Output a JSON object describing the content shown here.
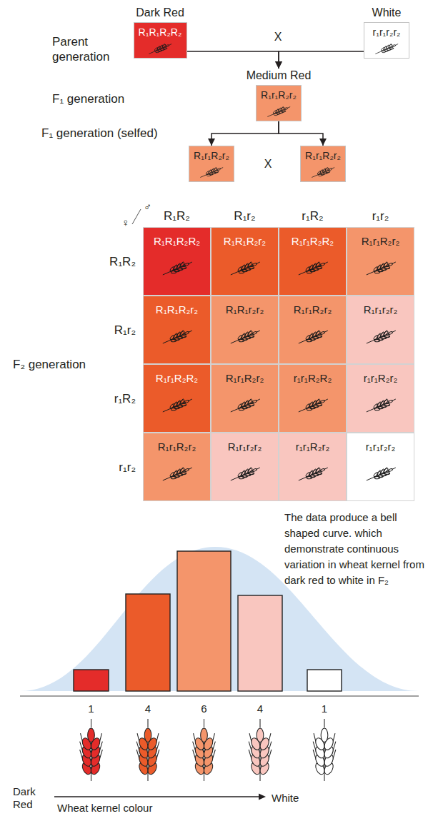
{
  "diagram": {
    "caption": "The data produce a bell shaped curve. which demonstrate continuous variation in wheat kernel from dark red to white in F₂",
    "nodes": [
      {
        "text": [
          "Dark Red",
          "R₁R₁R₂R₂"
        ]
      },
      {
        "text": [
          "White",
          "r₁r₁r₂r₂"
        ]
      },
      {
        "text": [
          "Medium Red",
          "R₁r₁R₂r₂"
        ]
      },
      {
        "text": [
          "R₁r₁R₂r₂"
        ]
      },
      {
        "text": [
          "R₁r₁R₂r₂"
        ]
      },
      {
        "text": [
          "R₁R₁R₂R₂"
        ]
      },
      {
        "text": [
          "R₁R₁R₂r₂"
        ]
      },
      {
        "text": [
          "R₁r₁R₂R₂"
        ]
      },
      {
        "text": [
          "R₁r₁R₂r₂"
        ]
      },
      {
        "text": [
          "R₁R₁R₂r₂"
        ]
      },
      {
        "text": [
          "R₁R₁r₂r₂"
        ]
      },
      {
        "text": [
          "R₁r₁R₂r₂"
        ]
      },
      {
        "text": [
          "R₁r₁r₂r₂"
        ]
      },
      {
        "text": [
          "R₁r₁R₂R₂"
        ]
      },
      {
        "text": [
          "R₁r₁R₂r₂"
        ]
      },
      {
        "text": [
          "r₁r₁R₂R₂"
        ]
      },
      {
        "text": [
          "r₁r₁R₂r₂"
        ]
      },
      {
        "text": [
          "R₁r₁R₂r₂"
        ]
      },
      {
        "text": [
          "R₁r₁r₂r₂"
        ]
      },
      {
        "text": [
          "r₁r₁R₂r₂"
        ]
      },
      {
        "text": [
          "r₁r₁r₂r₂"
        ]
      }
    ],
    "edges": [
      {
        "from": 0,
        "to": 2,
        "arrow": "to"
      },
      {
        "from": 1,
        "to": 2,
        "arrow": "to"
      },
      {
        "from": 2,
        "to": 3,
        "arrow": "to"
      },
      {
        "from": 2,
        "to": 4,
        "arrow": "to"
      }
    ],
    "labels": [
      "Parent generation",
      "X",
      "F₁ generation",
      "F₁ generation (selfed)",
      "X",
      "♂",
      "♀",
      "R₁R₂",
      "R₁r₂",
      "r₁R₂",
      "r₁r₂",
      "R₁R₂",
      "R₁r₂",
      "r₁R₂",
      "r₁r₂",
      "F₂ generation",
      "1",
      "4",
      "6",
      "4",
      "1",
      "Dark Red",
      "Wheat kernel colour",
      "White"
    ]
  }
}
